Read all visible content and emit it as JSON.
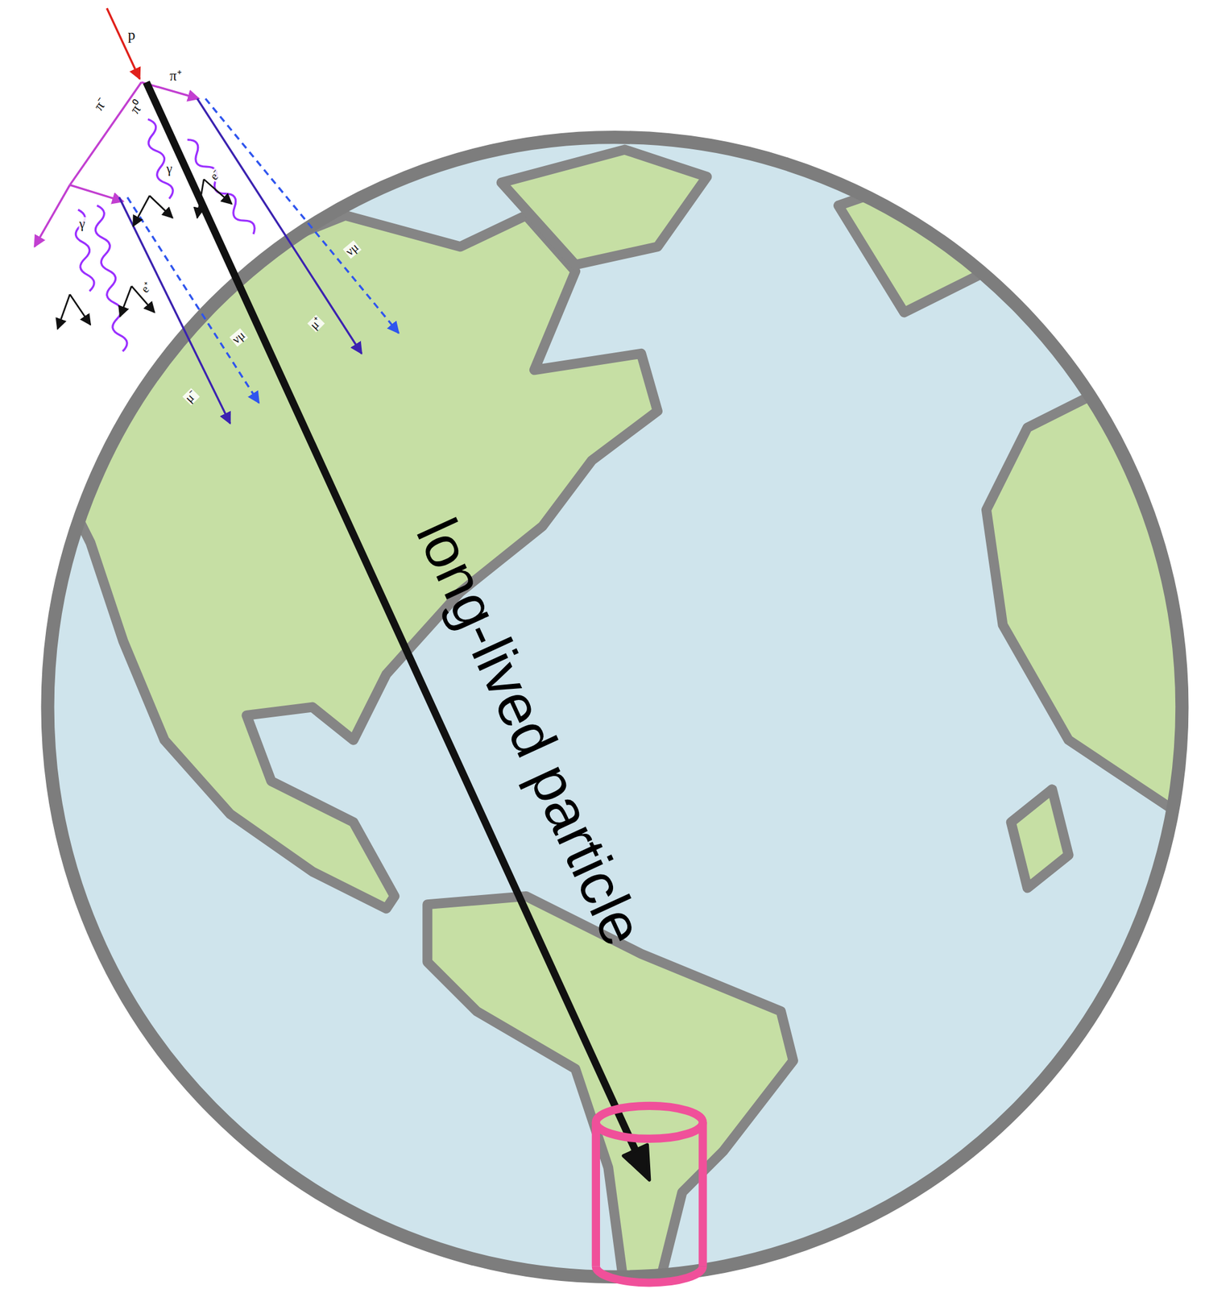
{
  "diagram": {
    "labels": [
      "p",
      "π⁻",
      "π⁰",
      "π⁺",
      "γ",
      "γ",
      "e⁻",
      "e⁺",
      "νμ",
      "νμ",
      "μ⁺",
      "μ⁻",
      "long-lived particle"
    ]
  }
}
